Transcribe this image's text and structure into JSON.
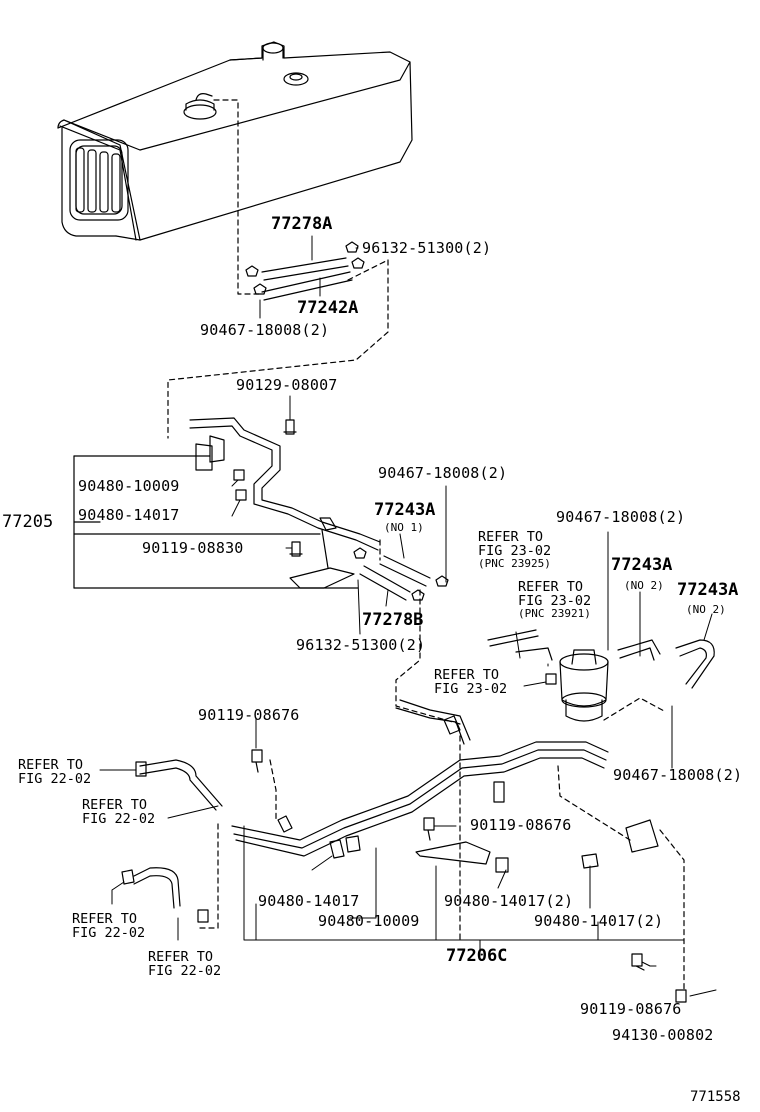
{
  "figure_id": "771558",
  "labels": {
    "p77278A": "77278A",
    "p96132_top": "96132-51300(2)",
    "p77242A": "77242A",
    "p90467_top": "90467-18008(2)",
    "p90129": "90129-08007",
    "p90480_10009_a": "90480-10009",
    "p90480_14017_a": "90480-14017",
    "p77205": "77205",
    "p90119_a": "90119-08830",
    "p90467_mid": "90467-18008(2)",
    "p77243A_1": "77243A",
    "no1": "(NO 1)",
    "p77278B": "77278B",
    "p96132_mid": "96132-51300(2)",
    "ref_23_02_a1": "REFER TO",
    "ref_23_02_a2": "FIG 23-02",
    "pnc_23925": "(PNC 23925)",
    "p90467_right": "90467-18008(2)",
    "p77243A_2": "77243A",
    "no2_a": "(NO 2)",
    "p77243A_3": "77243A",
    "no2_b": "(NO 2)",
    "ref_23_02_b1": "REFER TO",
    "ref_23_02_b2": "FIG 23-02",
    "pnc_23921": "(PNC 23921)",
    "ref_23_02_c1": "REFER TO",
    "ref_23_02_c2": "FIG 23-02",
    "p90119_b": "90119-08676",
    "ref_22_02_a1": "REFER TO",
    "ref_22_02_a2": "FIG 22-02",
    "ref_22_02_b1": "REFER TO",
    "ref_22_02_b2": "FIG 22-02",
    "p90467_low": "90467-18008(2)",
    "p90119_c": "90119-08676",
    "p90480_14017_b": "90480-14017",
    "p90480_10009_b": "90480-10009",
    "p90480_14017_c": "90480-14017(2)",
    "p90480_14017_d": "90480-14017(2)",
    "ref_22_02_c1": "REFER TO",
    "ref_22_02_c2": "FIG 22-02",
    "ref_22_02_d1": "REFER TO",
    "ref_22_02_d2": "FIG 22-02",
    "p77206C": "77206C",
    "p90119_d": "90119-08676",
    "p94130": "94130-00802"
  }
}
